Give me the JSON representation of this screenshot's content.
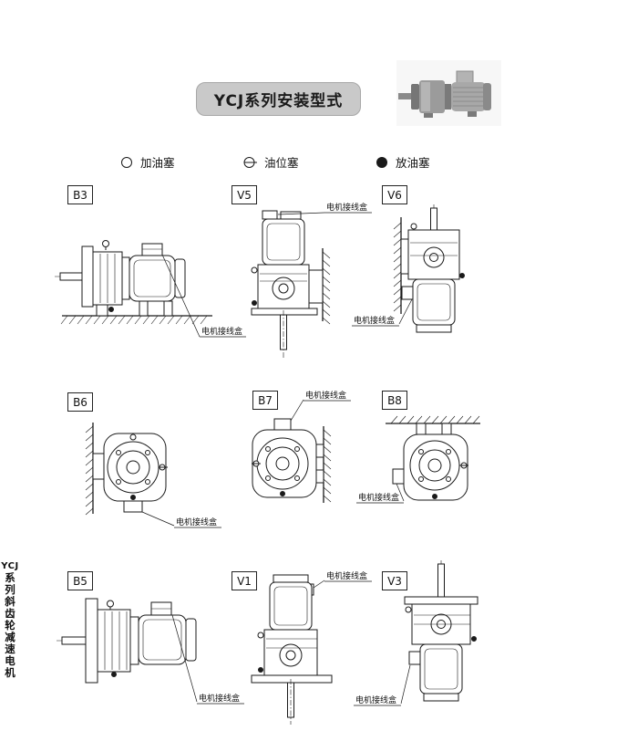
{
  "title": "YCJ系列安装型式",
  "side": {
    "latin": "YCJ",
    "chars": "系列斜齿轮减速电机"
  },
  "legend": [
    {
      "icon": "open-circle",
      "label": "加油塞"
    },
    {
      "icon": "circle-with-line",
      "label": "油位塞"
    },
    {
      "icon": "filled-circle",
      "label": "放油塞"
    }
  ],
  "annotation": "电机接线盒",
  "cells": [
    {
      "id": "B3"
    },
    {
      "id": "V5"
    },
    {
      "id": "V6"
    },
    {
      "id": "B6"
    },
    {
      "id": "B7"
    },
    {
      "id": "B8"
    },
    {
      "id": "B5"
    },
    {
      "id": "V1"
    },
    {
      "id": "V3"
    }
  ]
}
